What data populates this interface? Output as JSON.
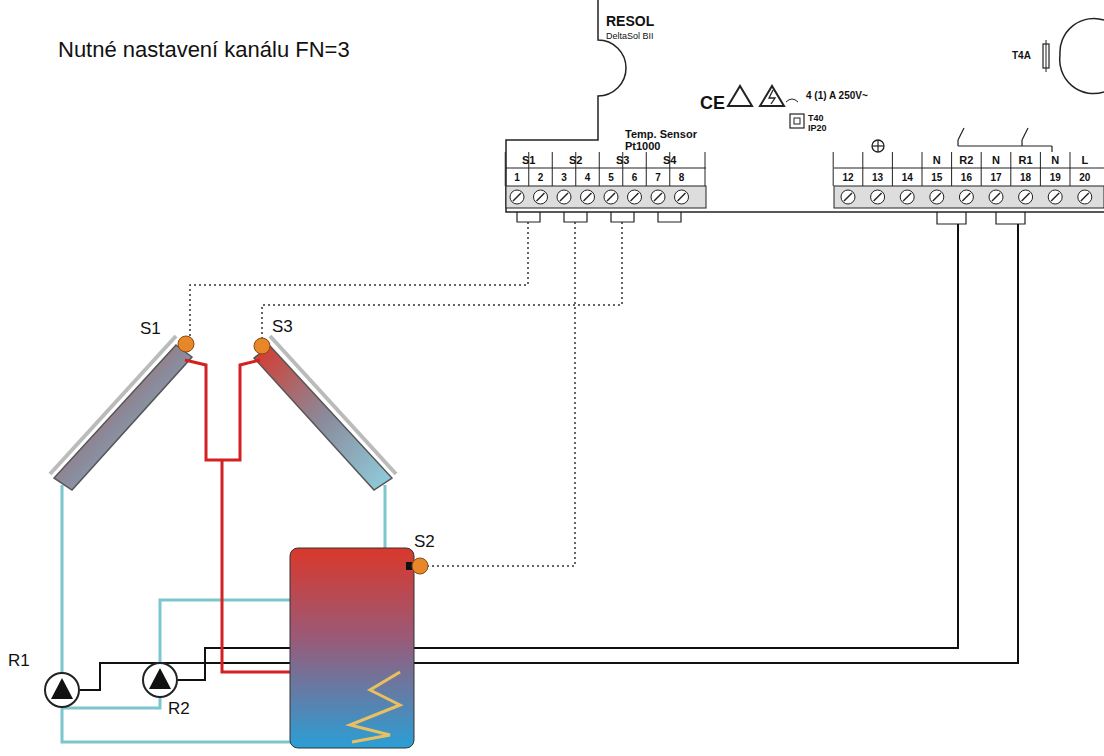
{
  "diagram": {
    "nodes": [
      {
        "text": [
          "RESOL",
          "DeltaSol BII",
          "Temp. Sensor Pt1000",
          "4 (1) A 250V~",
          "T40 IP20",
          "T4A",
          "S1",
          "S2",
          "S3",
          "S4",
          "1",
          "2",
          "3",
          "4",
          "5",
          "6",
          "7",
          "8",
          "12",
          "13",
          "14",
          "15",
          "16",
          "17",
          "18",
          "19",
          "20",
          "N",
          "R2",
          "N",
          "R1",
          "N",
          "L",
          "CE"
        ]
      }
    ],
    "labels": [
      "Nutné nastavení kanálu FN=3",
      "S1",
      "S3",
      "R1",
      "R2",
      "S2"
    ]
  }
}
